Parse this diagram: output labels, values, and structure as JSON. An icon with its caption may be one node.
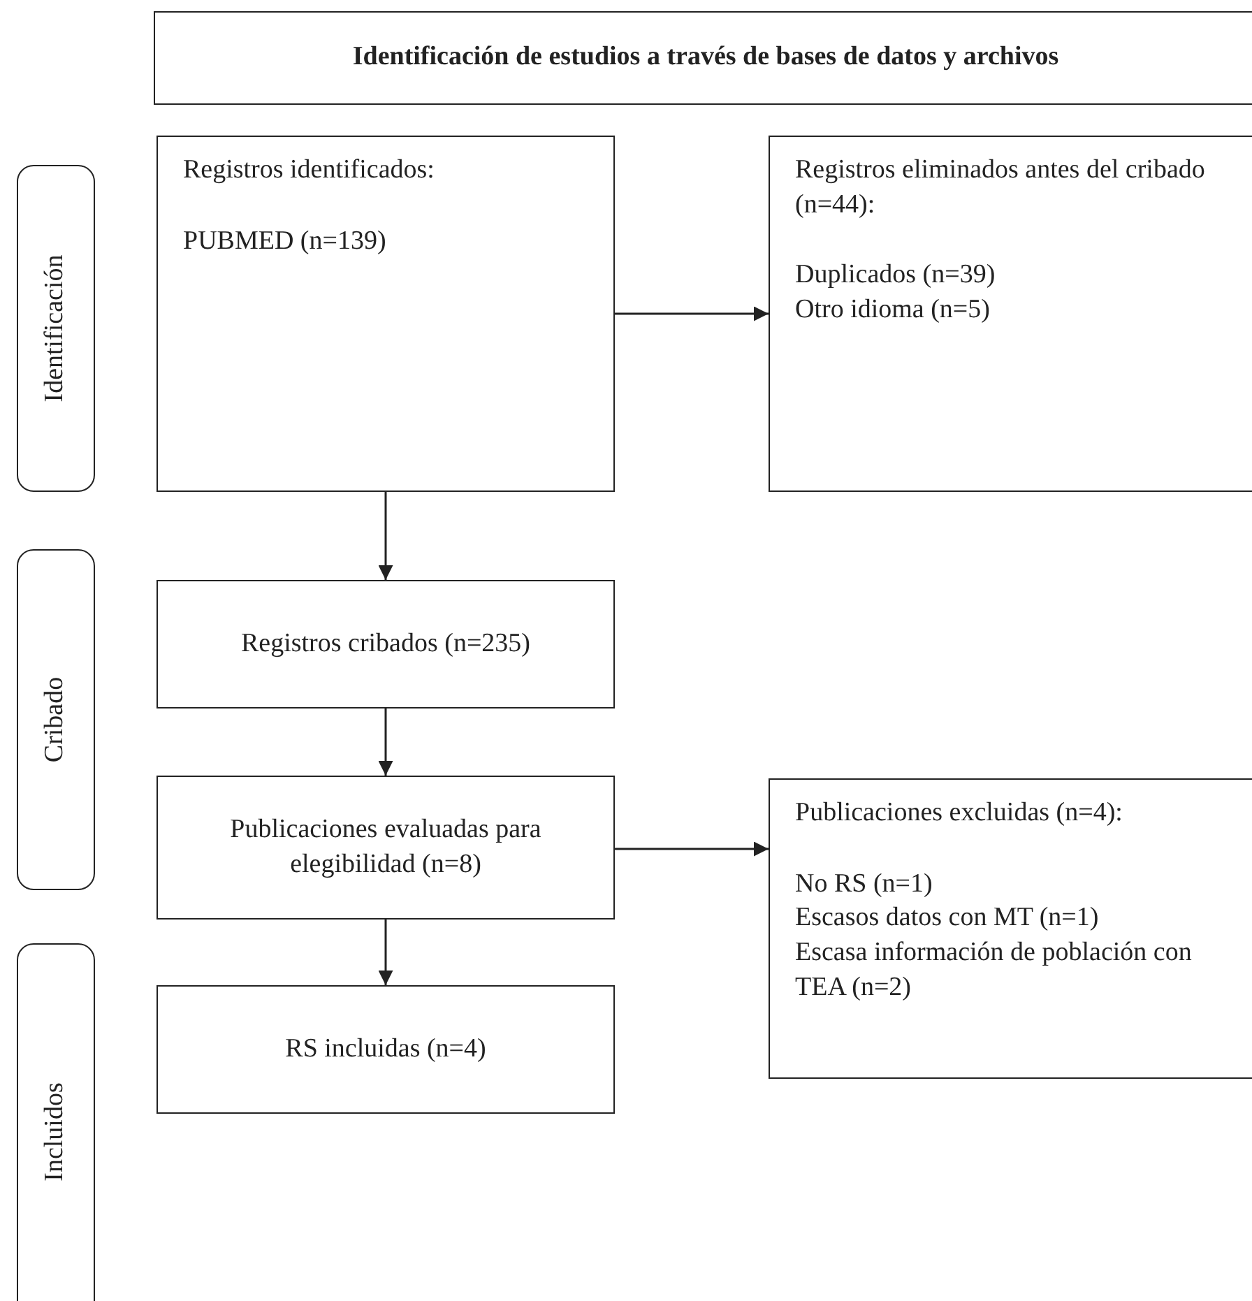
{
  "diagram": {
    "nodes": [
      {
        "text": [
          "Identificación de estudios a través de bases de datos y archivos"
        ]
      },
      {
        "text": [
          "Identificación"
        ]
      },
      {
        "text": [
          "Registros identificados:",
          "PUBMED (n=139)"
        ]
      },
      {
        "text": [
          "Registros eliminados antes del cribado (n=44):",
          "Duplicados (n=39)",
          "Otro idioma (n=5)"
        ]
      },
      {
        "text": [
          "Cribado"
        ]
      },
      {
        "text": [
          "Registros cribados (n=235)"
        ]
      },
      {
        "text": [
          "Publicaciones evaluadas para elegibilidad (n=8)"
        ]
      },
      {
        "text": [
          "Publicaciones excluidas (n=4):",
          "No RS (n=1)",
          "Escasos datos con MT (n=1)",
          "Escasa información de población con TEA (n=2)"
        ]
      },
      {
        "text": [
          "Incluidos"
        ]
      },
      {
        "text": [
          "RS incluidas (n=4)"
        ]
      }
    ],
    "edges": [
      {
        "from": 2,
        "to": 3,
        "arrow": "to"
      },
      {
        "from": 2,
        "to": 5,
        "arrow": "to"
      },
      {
        "from": 5,
        "to": 6,
        "arrow": "to"
      },
      {
        "from": 6,
        "to": 7,
        "arrow": "to"
      },
      {
        "from": 6,
        "to": 9,
        "arrow": "to"
      }
    ]
  }
}
